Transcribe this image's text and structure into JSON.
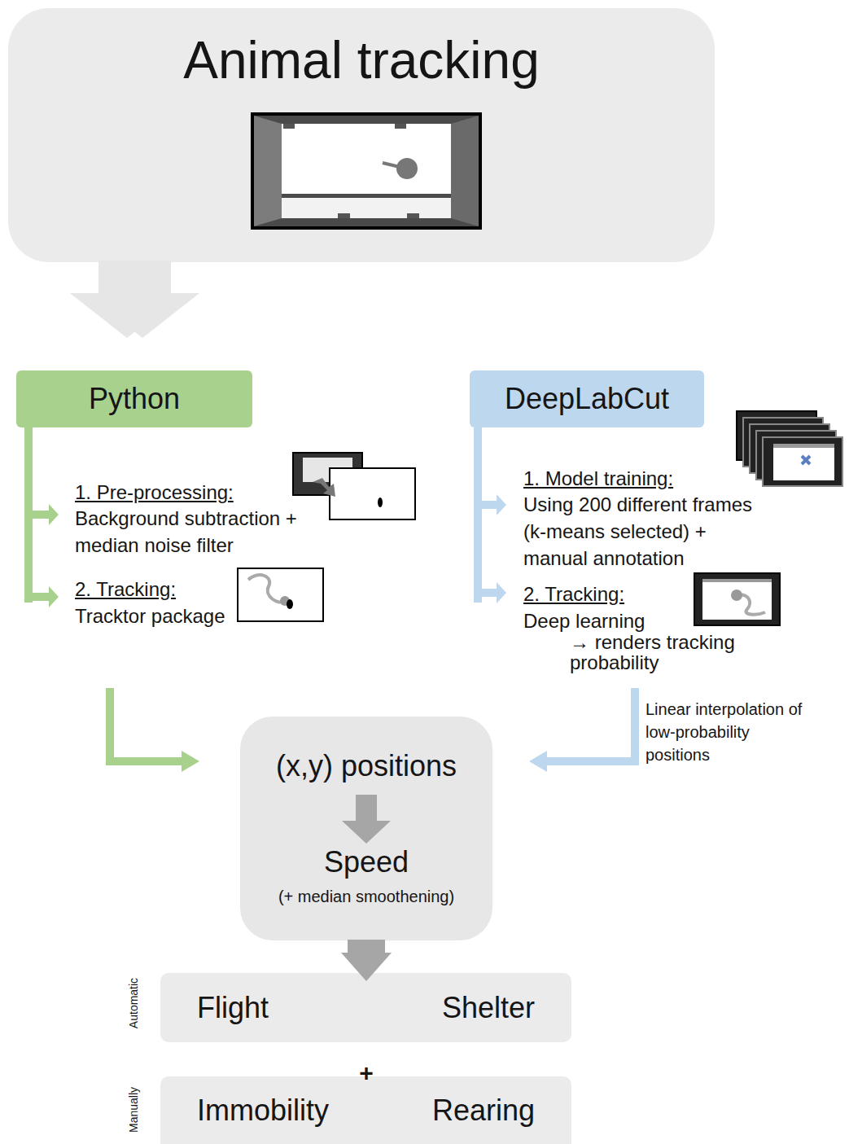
{
  "diagram": {
    "nodes": [
      {
        "text": [
          "Animal tracking"
        ]
      },
      {
        "text": [
          "Python"
        ]
      },
      {
        "text": [
          "DeepLabCut"
        ]
      },
      {
        "text": [
          "(x,y) positions",
          "Speed",
          "(+ median smoothening)"
        ]
      },
      {
        "text": [
          "Flight",
          "Shelter"
        ]
      },
      {
        "text": [
          "Immobility",
          "Rearing"
        ]
      }
    ],
    "edges": [
      {
        "from": 0,
        "to": 1,
        "arrow": "to"
      },
      {
        "from": 0,
        "to": 2,
        "arrow": "to"
      },
      {
        "from": 1,
        "to": 3,
        "arrow": "to"
      },
      {
        "from": 2,
        "to": 3,
        "arrow": "to",
        "label": "Linear interpolation of low-probability positions"
      },
      {
        "from": 3,
        "to": 4,
        "arrow": "to"
      }
    ],
    "labels": [
      "1. Pre-processing:",
      "Background subtraction + median noise filter",
      "2. Tracking:",
      "Tracktor package",
      "1. Model training:",
      "Using 200 different frames (k-means selected) + manual annotation",
      "2. Tracking:",
      "Deep learning",
      "→ renders tracking probability",
      "Automatic",
      "+",
      "Manually"
    ]
  }
}
